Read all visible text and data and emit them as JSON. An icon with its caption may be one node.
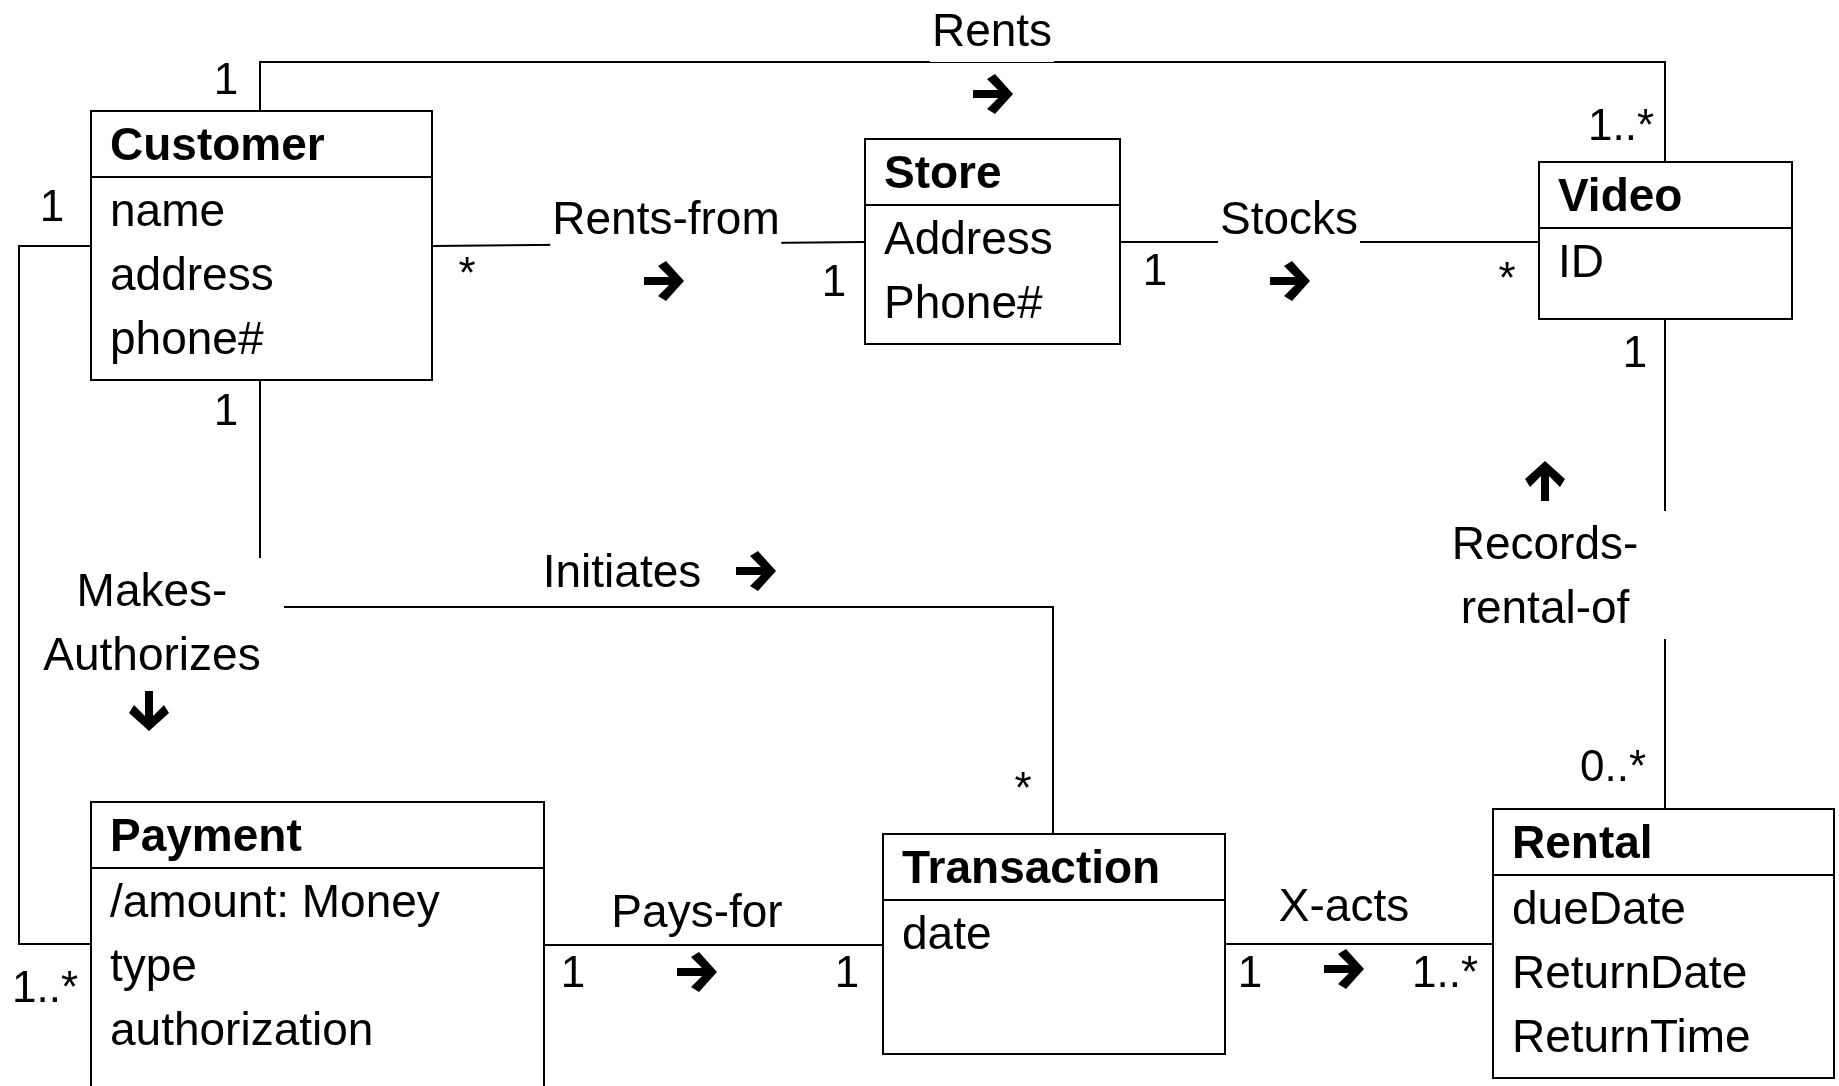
{
  "diagram": {
    "nodes": [
      {
        "text": [
          "Customer",
          "name",
          "address",
          "phone#"
        ]
      },
      {
        "text": [
          "Store",
          "Address",
          "Phone#"
        ]
      },
      {
        "text": [
          "Video",
          "ID"
        ]
      },
      {
        "text": [
          "Payment",
          "/amount: Money",
          "type",
          "authorization"
        ]
      },
      {
        "text": [
          "Transaction",
          "date"
        ]
      },
      {
        "text": [
          "Rental",
          "dueDate",
          "ReturnDate",
          "ReturnTime"
        ]
      }
    ],
    "edges": [
      {
        "from": 0,
        "to": 2,
        "arrow": "none",
        "label": "Rents"
      },
      {
        "from": 0,
        "to": 1,
        "arrow": "none",
        "label": "Rents-from"
      },
      {
        "from": 1,
        "to": 2,
        "arrow": "none",
        "label": "Stocks"
      },
      {
        "from": 0,
        "to": 4,
        "arrow": "none",
        "label": "Initiates"
      },
      {
        "from": 0,
        "to": 3,
        "arrow": "none",
        "label": "Makes-Authorizes"
      },
      {
        "from": 3,
        "to": 4,
        "arrow": "none",
        "label": "Pays-for"
      },
      {
        "from": 4,
        "to": 5,
        "arrow": "none",
        "label": "X-acts"
      },
      {
        "from": 2,
        "to": 5,
        "arrow": "none",
        "label": "Records-rental-of"
      }
    ],
    "labels": [
      "1",
      "1..*",
      "1",
      "*",
      "1",
      "1",
      "*",
      "1",
      "1",
      "0..*",
      "*",
      "1..*",
      "1",
      "1",
      "1",
      "1..*"
    ]
  }
}
